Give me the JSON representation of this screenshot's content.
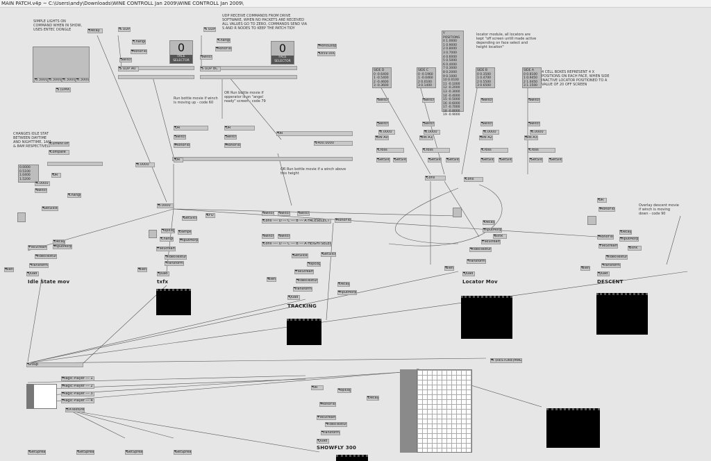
{
  "window": {
    "title": "MAIN PATCH.v4p ~   C:\\Users\\andy\\Downloads\\WINE CONTROLL Jan 2009\\WINE CONTROLL Jan 2009\\"
  },
  "notes": {
    "lights": "SIMPLE LIGHTS ON COMMAND WHEN IN SHOW, USES ENTEC DONGLE",
    "udp": "UDP RECEIVE COMMANDS FROM DRIVE SOFTWARE, WHEN NO PACKETS ARE RECEIVED ALL VALUES GO TO ZERO, COMMANDS SEND VIA S AND R NODES TO KEEP THE PATCH TIDY",
    "locator": "locator module, all locators are kept \"off screen untill made active depending on face select and height location\"",
    "cellboxes": "4 CELL BOXES REPRESENT 4 X POSITIONS ON EACH FACE, WHEN SIDE INACTIVE LOCATOR POSITIONED TO A VALUE OF 20 OFF SCREEN",
    "bottle_up": "Run bottle movie if winch is moving up - code 60",
    "bottle_ready": "OR Run bottle movie if opperator is on \"angel ready\" screen - code 79",
    "bottle_above": "OR Run bottle movie if a winch above this height",
    "idle": "CHANGES IDLE STAT BETWEEN DAYTIME AND NIGHTTIME, 1AM & 8AM RESPECTIVELY",
    "descent": "Overlay descent movie if winch is moving down - code 90"
  },
  "sections": {
    "idle": "Idle State mov",
    "txfx": "txfx",
    "tracking": "TRACKING",
    "locator": "Locator Mov",
    "descent": "DESCENT",
    "showfly": "SHOWFLY 300"
  },
  "face_selector": {
    "value_a": "0",
    "label_a": "FACE SELECTOR",
    "value_b": "0",
    "label_b": "FACE SELECTOR"
  },
  "nodes": {
    "dmx": "S (DMX)",
    "udp_a": "S UDP A0",
    "udp_b": "S UDP BC",
    "change": "Change",
    "monoflop": "MonoFlop",
    "switch": "Switch",
    "or": "OR",
    "s_udp": "S UDP",
    "current_time": "CurrentTime",
    "comparison": "Compare",
    "monoloop": "MonoLoop",
    "monoloop_val": "1859.000",
    "winch_val": "1400.0000",
    "zero_val": "0.0000",
    "cons": "Cons",
    "getslice": "GetSlice",
    "cross": "Cross",
    "filestream": "FileStream",
    "videotexture": "VideoTexture",
    "transform": "Transform",
    "quad": "Quad",
    "blend": "Blend",
    "group": "Group",
    "decay": "Decay",
    "inputmorph": "InputMorph",
    "topedge": "TopEdge",
    "damper": "Damper",
    "lfo": "LFO",
    "dxtexture": "DXTexture",
    "getspread": "GetSpread",
    "restoremaga": "R (RESTORE)MAGA2",
    "magic1": "Magic Player --- 1",
    "magic2": "Magic Player --- 2",
    "magic3": "Magic Player --- 3",
    "magic4": "Magic Player --- 4",
    "face_select_cons": "Cons ---- D --- C --- B --- A  FACESELECT",
    "height_select_cons": "Cons ---- D --- C --- B --- A  HEIGHTSELECT",
    "bin_a0": "BIN A0",
    "bin_a1": "BIN A1",
    "bin_a2": "BIN A2",
    "bin_a3": "BIN A3",
    "blink": "Blink",
    "or2": "OR"
  },
  "lights_values": [
    "0.3000",
    "0.3000",
    "0.3000",
    "0.3000"
  ],
  "idle_values": [
    "0.0000",
    "0.5100",
    "1.0400",
    "1.5200"
  ],
  "y_positions": {
    "header": "Y POSITIONS",
    "rows": [
      "0  1.0000",
      "1  0.9000",
      "2  0.8000",
      "3  0.7000",
      "4  0.6000",
      "5  0.5000",
      "6  0.4000",
      "7  0.3000",
      "8  0.2000",
      "9  0.1000",
      "10  0.0100",
      "11  -0.1000",
      "12  -0.2000",
      "13  -0.3000",
      "14  -0.4000",
      "15  -0.5000",
      "16  -0.6000",
      "17  -0.7000",
      "18  -0.8000",
      "19  -0.9000"
    ]
  },
  "sides": [
    {
      "header": "SIDE D",
      "rows": [
        "0  -0.6400",
        "1  -0.5400",
        "2  -0.4600",
        "3  -0.3600"
      ]
    },
    {
      "header": "SIDE C",
      "rows": [
        "0  -0.1960",
        "1  -0.0460",
        "2  0.0100",
        "3  0.1400"
      ]
    },
    {
      "header": "SIDE B",
      "rows": [
        "0  0.3500",
        "1  0.4700",
        "2  0.5500",
        "3  0.6500"
      ]
    },
    {
      "header": "SIDE A",
      "rows": [
        "0  0.8100",
        "1  0.9450",
        "2  1.0450",
        "3  1.1500"
      ]
    }
  ]
}
